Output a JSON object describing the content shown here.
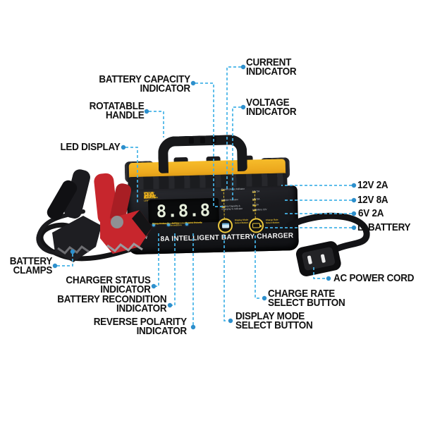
{
  "callouts": {
    "battery_capacity": [
      "BATTERY CAPACITY",
      "INDICATOR"
    ],
    "rotatable_handle": [
      "ROTATABLE",
      "HANDLE"
    ],
    "led_display": [
      "LED DISPLAY"
    ],
    "current": [
      "CURRENT",
      "INDICATOR"
    ],
    "voltage": [
      "VOLTAGE",
      "INDICATOR"
    ],
    "rate_12v_2a": [
      "12V 2A"
    ],
    "rate_12v_8a": [
      "12V 8A"
    ],
    "rate_6v_2a": [
      "6V 2A"
    ],
    "rate_li": [
      "LI BATTERY"
    ],
    "ac_power_cord": [
      "AC POWER CORD"
    ],
    "charge_rate_button": [
      "CHARGE RATE",
      "SELECT BUTTON"
    ],
    "display_mode_button": [
      "DISPLAY MODE",
      "SELECT BUTTON"
    ],
    "battery_clamps": [
      "BATTERY",
      "CLAMPS"
    ],
    "charger_status": [
      "CHARGER STATUS",
      "INDICATOR"
    ],
    "battery_recondition": [
      "BATTERY RECONDITION",
      "INDICATOR"
    ],
    "reverse_polarity": [
      "REVERSE POLARITY",
      "INDICATOR"
    ]
  },
  "device": {
    "brand": "WAGAN",
    "title": "8A INTELLIGENT BATTERY CHARGER",
    "display_value": "8.8.8",
    "rate_2a": "2A",
    "rate_2a_note": [
      "TRICKLE CHARGER",
      "CHARGEUR D'ENTRETIEN",
      "CARGADOR LENTO"
    ],
    "chevron": "»",
    "rate_8a": "8A",
    "rate_8a_note": [
      "CHARGER",
      "CHARGEUR",
      "CARGADOR"
    ],
    "status_leds": [
      {
        "t": "Charge Status",
        "s": "Statut de charge"
      },
      {
        "t": "Battery Recondition",
        "s": "Reconditionnement"
      },
      {
        "t": "Reverse Polarity",
        "s": "Polarité inversée"
      }
    ],
    "display_options": [
      [
        "Current (Amp) Indicator"
      ],
      [
        "Voltage Indicator"
      ],
      [
        "Battery Capacity &",
        "Charging % Indicator"
      ]
    ],
    "rate_options": [
      "12V 2A",
      "12V 8A",
      "6V 2A",
      "Li Battery 12V"
    ],
    "display_button_note": [
      "Display Mode",
      "Select Button"
    ],
    "rate_button_note": [
      "Charge Rate",
      "Select Button"
    ]
  },
  "colors": {
    "leader_line": "#45b3e7",
    "leader_dot": "#2d8fcc",
    "body_yellow": "#edaa1f",
    "clamp_red": "#c7262d"
  }
}
